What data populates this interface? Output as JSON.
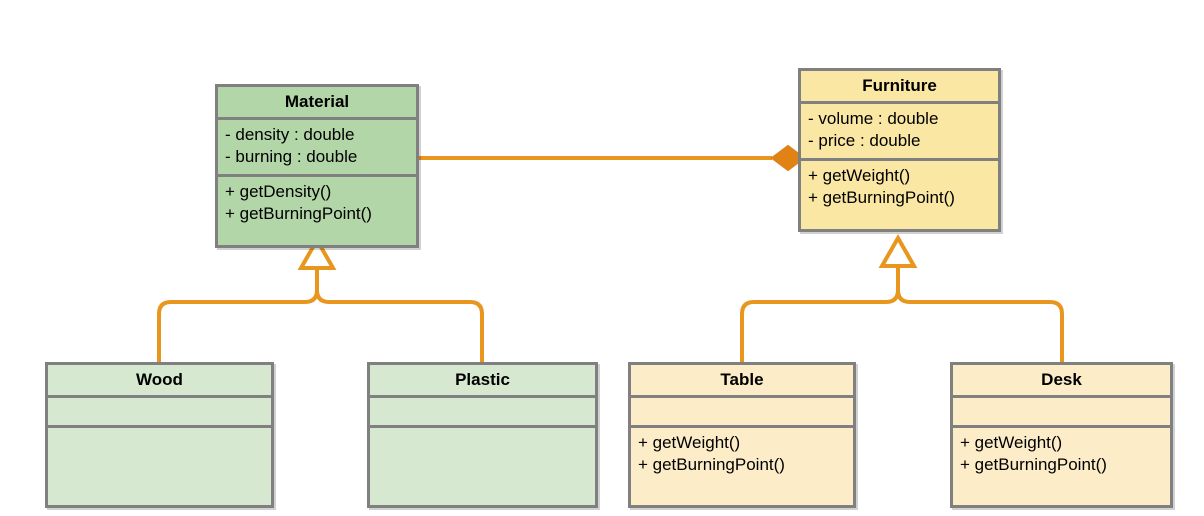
{
  "diagram": {
    "type": "uml-class-diagram",
    "background": "#ffffff",
    "edge_color": "#E8961E",
    "border_color": "#808080",
    "text_color": "#000000"
  },
  "classes": {
    "material": {
      "name": "Material",
      "fill": "#b3d6a9",
      "attributes": [
        "- density : double",
        "- burning : double"
      ],
      "methods": [
        "+ getDensity()",
        "+ getBurningPoint()"
      ]
    },
    "furniture": {
      "name": "Furniture",
      "fill": "#fae7a3",
      "attributes": [
        "- volume : double",
        "- price : double"
      ],
      "methods": [
        "+ getWeight()",
        "+ getBurningPoint()"
      ]
    },
    "wood": {
      "name": "Wood",
      "fill": "#d7e8d0",
      "attributes": [],
      "methods": []
    },
    "plastic": {
      "name": "Plastic",
      "fill": "#d7e8d0",
      "attributes": [],
      "methods": []
    },
    "table": {
      "name": "Table",
      "fill": "#fcedc8",
      "attributes": [],
      "methods": [
        "+ getWeight()",
        "+ getBurningPoint()"
      ]
    },
    "desk": {
      "name": "Desk",
      "fill": "#fcedc8",
      "attributes": [],
      "methods": [
        "+ getWeight()",
        "+ getBurningPoint()"
      ]
    }
  },
  "relationships": [
    {
      "id": "composition-material-furniture",
      "kind": "composition",
      "from": "Material",
      "to": "Furniture",
      "marker": "filled-diamond"
    },
    {
      "id": "generalization-wood-material",
      "kind": "generalization",
      "from": "Wood",
      "to": "Material",
      "marker": "hollow-triangle"
    },
    {
      "id": "generalization-plastic-material",
      "kind": "generalization",
      "from": "Plastic",
      "to": "Material",
      "marker": "hollow-triangle"
    },
    {
      "id": "generalization-table-furniture",
      "kind": "generalization",
      "from": "Table",
      "to": "Furniture",
      "marker": "hollow-triangle"
    },
    {
      "id": "generalization-desk-furniture",
      "kind": "generalization",
      "from": "Desk",
      "to": "Furniture",
      "marker": "hollow-triangle"
    }
  ]
}
